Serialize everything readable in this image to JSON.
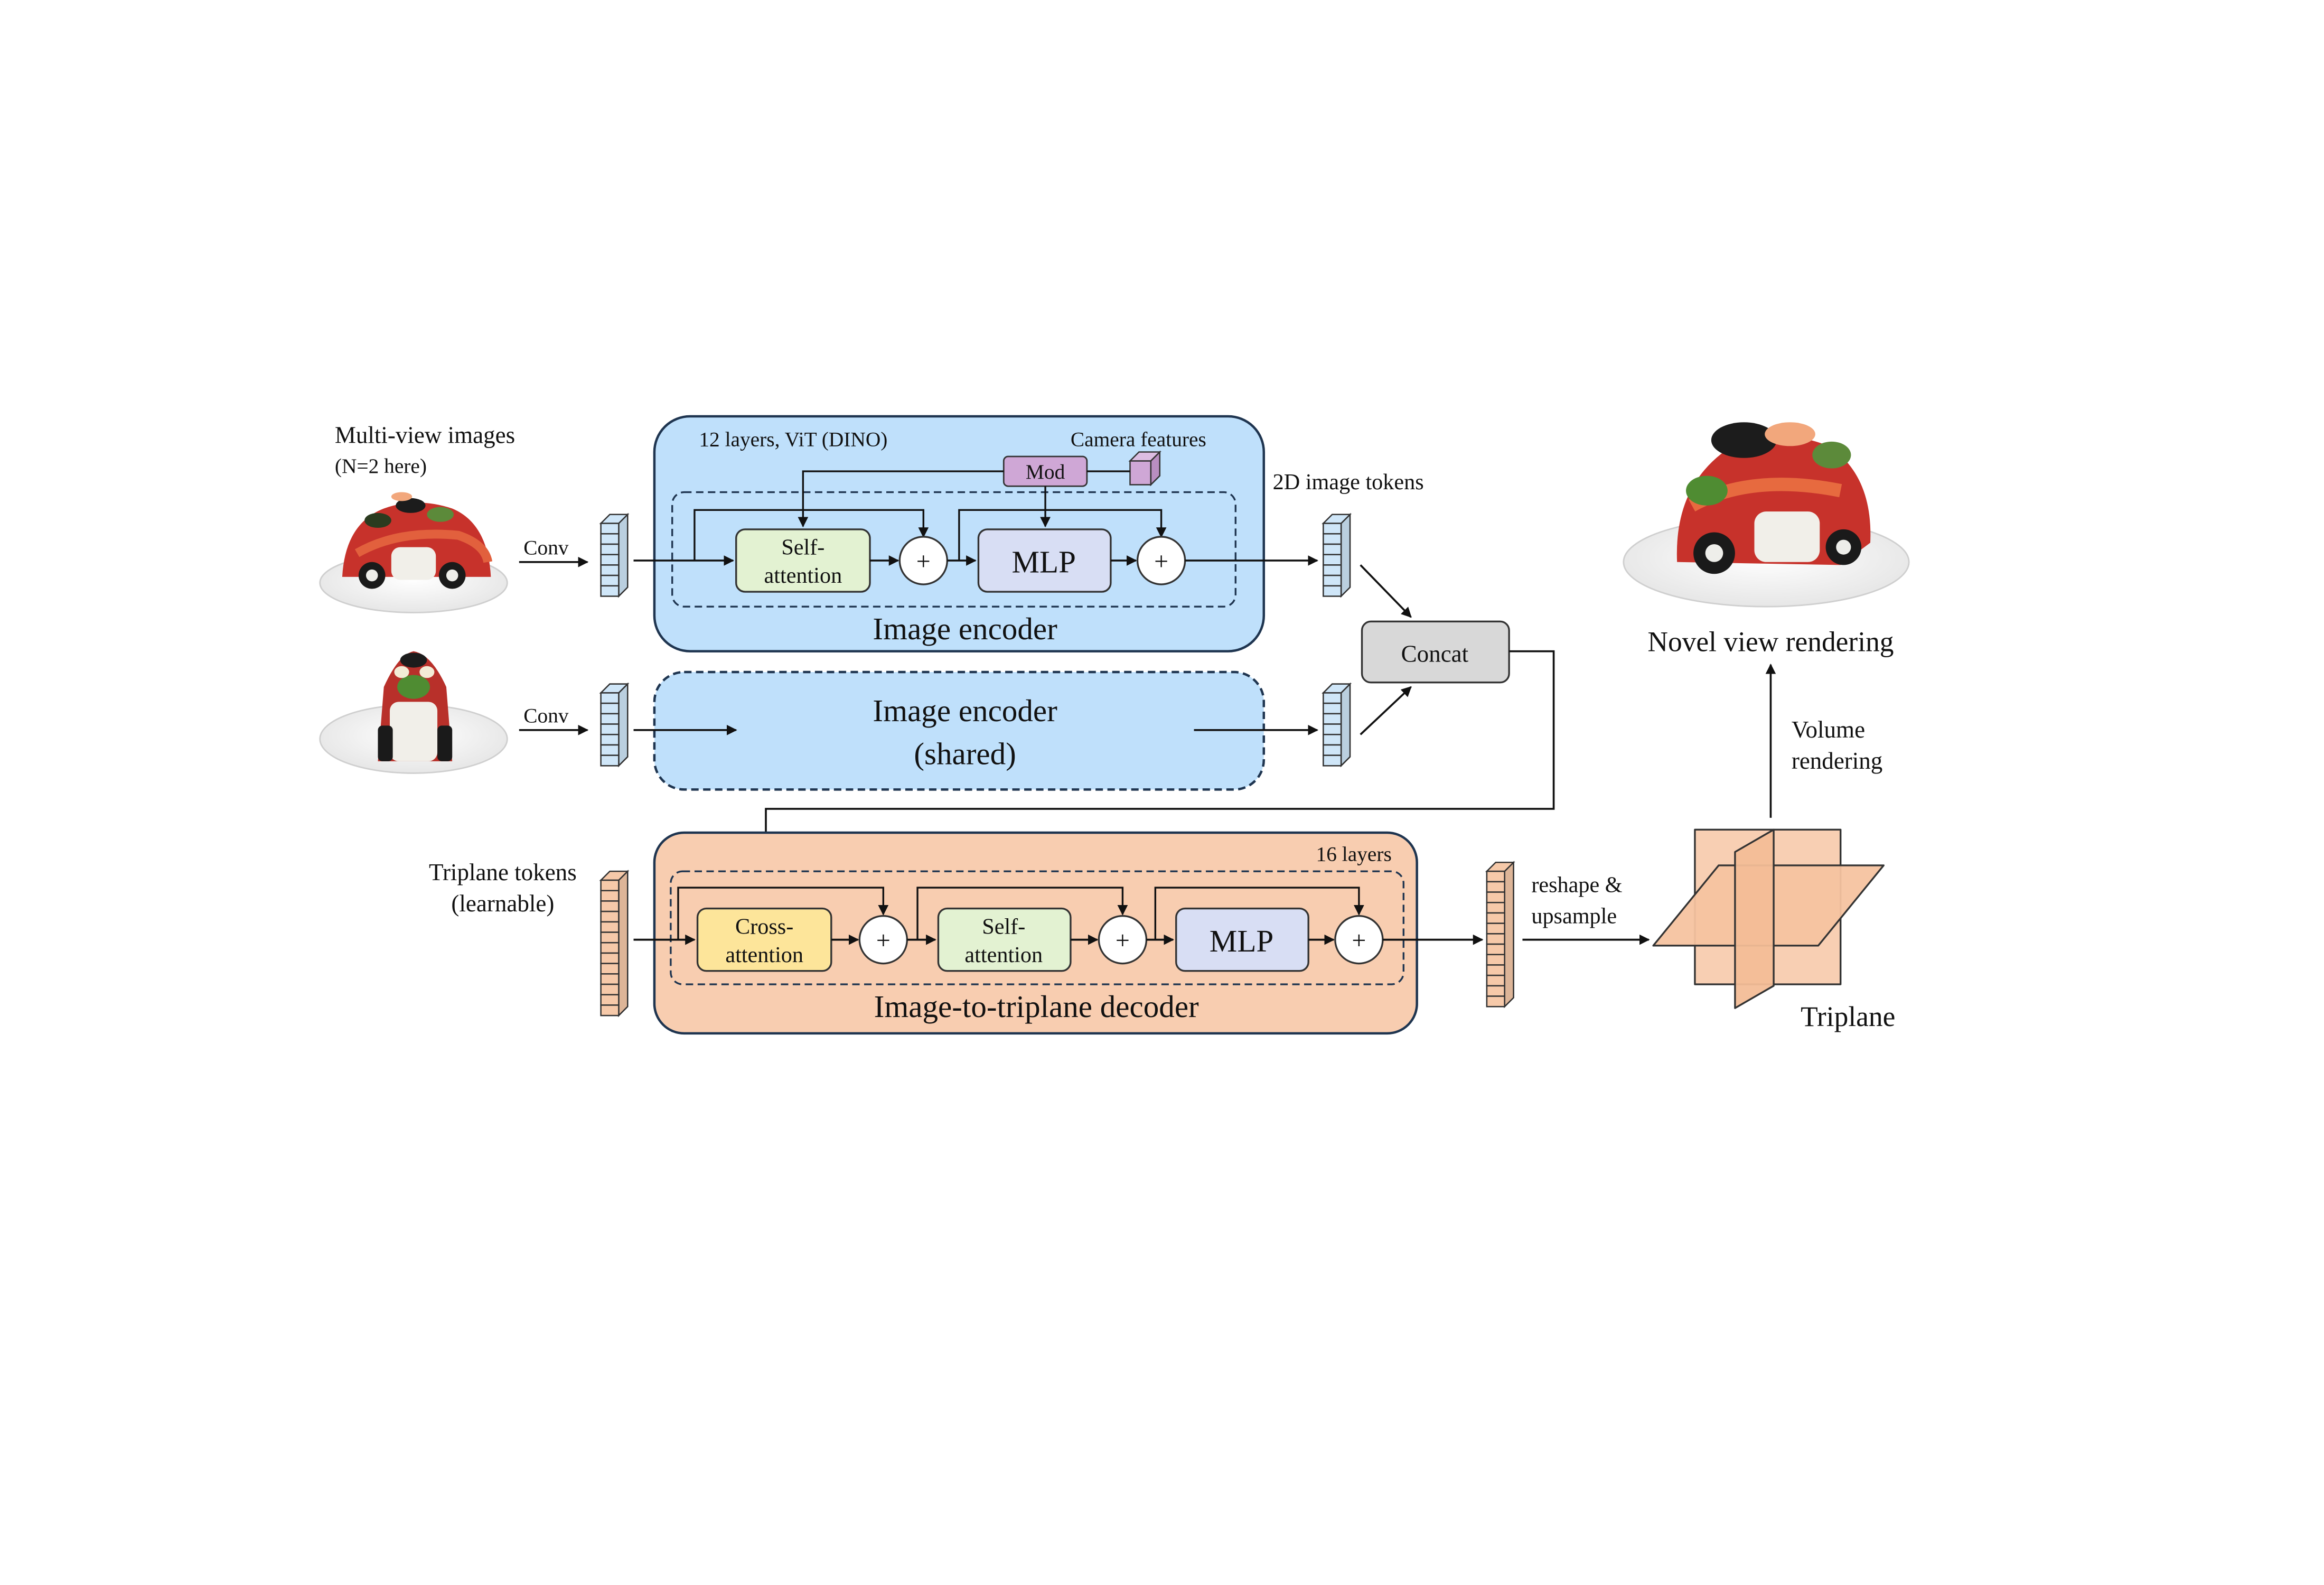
{
  "colors": {
    "encoder_fill": "#bfe0fb",
    "encoder_stroke": "#1f3550",
    "decoder_fill": "#f8cdb0",
    "decoder_stroke": "#1f3550",
    "self_attention_fill": "#e3f2d2",
    "cross_attention_fill": "#fde59a",
    "mlp_fill": "#d8def4",
    "mod_fill": "#cfa7d6",
    "concat_fill": "#d8d8d8",
    "image_token_fill": "#cfe6f8",
    "triplane_token_fill": "#f6c9a9",
    "triplane_fill": "#f8cfb3"
  },
  "labels": {
    "multi_view_title": "Multi-view images",
    "multi_view_sub": "(N=2 here)",
    "conv_top": "Conv",
    "conv_bottom": "Conv",
    "encoder_layers": "12 layers, ViT (DINO)",
    "camera_features": "Camera features",
    "mod": "Mod",
    "encoder_self_attention_1": "Self-",
    "encoder_self_attention_2": "attention",
    "encoder_mlp": "MLP",
    "plus": "+",
    "encoder_title": "Image encoder",
    "shared_encoder_1": "Image encoder",
    "shared_encoder_2": "(shared)",
    "image_tokens": "2D image tokens",
    "concat": "Concat",
    "triplane_tokens_1": "Triplane tokens",
    "triplane_tokens_2": "(learnable)",
    "decoder_layers": "16 layers",
    "cross_attention_1": "Cross-",
    "cross_attention_2": "attention",
    "decoder_self_attention_1": "Self-",
    "decoder_self_attention_2": "attention",
    "decoder_mlp": "MLP",
    "decoder_title": "Image-to-triplane decoder",
    "reshape_1": "reshape &",
    "reshape_2": "upsample",
    "triplane": "Triplane",
    "volume_1": "Volume",
    "volume_2": "rendering",
    "novel_view": "Novel view rendering"
  }
}
